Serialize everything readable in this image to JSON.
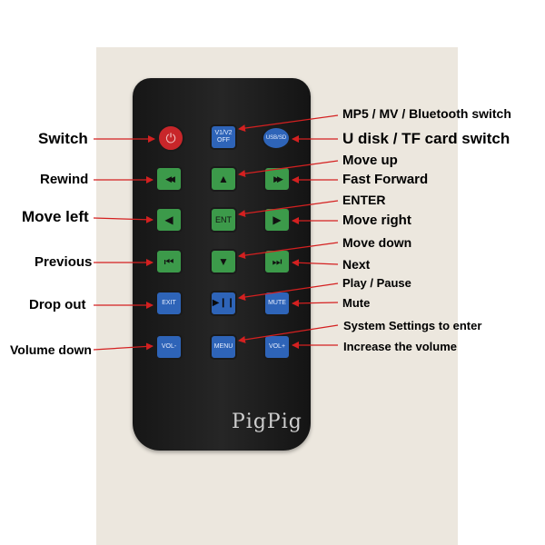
{
  "watermark": "PigPig",
  "buttons": {
    "power": {
      "icon": "power-icon",
      "symbol": "⏻"
    },
    "mode": {
      "text_line1": "V1/V2",
      "text_line2": "OFF"
    },
    "usb_sd": {
      "text": "USB/SD"
    },
    "rewind": {
      "icon": "rewind-icon",
      "symbol": "◀◀"
    },
    "up": {
      "icon": "triangle-up-icon",
      "symbol": "▲"
    },
    "fast_forward": {
      "icon": "fast-forward-icon",
      "symbol": "▶▶"
    },
    "left": {
      "icon": "triangle-left-icon",
      "symbol": "◀"
    },
    "enter": {
      "text": "ENT"
    },
    "right": {
      "icon": "triangle-right-icon",
      "symbol": "▶"
    },
    "previous": {
      "icon": "skip-back-icon",
      "symbol": "⏮"
    },
    "down": {
      "icon": "triangle-down-icon",
      "symbol": "▼"
    },
    "next": {
      "icon": "skip-forward-icon",
      "symbol": "⏭"
    },
    "exit": {
      "text": "EXIT"
    },
    "play_pause": {
      "icon": "play-pause-icon",
      "symbol": "▶❙❙"
    },
    "mute": {
      "text": "MUTE"
    },
    "vol_down": {
      "text": "VOL-"
    },
    "menu": {
      "text": "MENU"
    },
    "vol_up": {
      "text": "VOL+"
    }
  },
  "labels": {
    "switch": "Switch",
    "rewind": "Rewind",
    "move_left": "Move left",
    "previous": "Previous",
    "drop_out": "Drop out",
    "volume_down": "Volume down",
    "mp5_switch": "MP5 / MV / Bluetooth switch",
    "udisk_switch": "U disk / TF card switch",
    "move_up": "Move up",
    "fast_forward": "Fast Forward",
    "enter": "ENTER",
    "move_right": "Move right",
    "move_down": "Move down",
    "next": "Next",
    "play_pause": "Play / Pause",
    "mute": "Mute",
    "system_settings": "System Settings to enter",
    "increase_volume": "Increase the volume"
  },
  "colors": {
    "arrow": "#d42020",
    "green_button": "#3c9a4a",
    "blue_button": "#2e64b8",
    "power_button": "#c8262a",
    "remote_body": "#1e1e1e"
  }
}
